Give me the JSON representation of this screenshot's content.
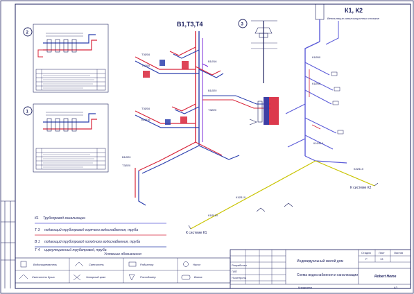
{
  "drawing": {
    "title_b": "В1,Т3,Т4",
    "title_k": "К1, К2",
    "option_markers": [
      "1",
      "2",
      "3"
    ]
  },
  "legend": {
    "items": [
      {
        "code": "К1",
        "text": "Трубопровод канализации"
      },
      {
        "code": "Т 3",
        "text": "подающий трубопровод горячего водоснабжения, труба"
      },
      {
        "code": "В 1",
        "text": "подающий трубопровод холодного водоснабжения, труба"
      },
      {
        "code": "Т 4",
        "text": "циркуляционный трубопровод, труба"
      }
    ],
    "symbols_title": "Условные обозначения",
    "symbols": [
      "Водонагреватель",
      "Смеситель",
      "Радиатор",
      "Насос",
      "Смеситель душа",
      "Запорный кран",
      "Расходомер",
      "Ванна"
    ]
  },
  "labels": {
    "pipe_tags": [
      "Т3Ø16",
      "Т4Ø16",
      "В1Ø16",
      "В1Ø20",
      "Т3Ø20",
      "К1Ø50",
      "К1Ø110",
      "К2Ø110"
    ],
    "outlet_k1": "К системе К1",
    "outlet_k2": "К системе К2",
    "side_note": "Вентиляция канализационных стояков"
  },
  "stamp": {
    "role_labels": [
      "Разработал",
      "ГИП",
      "Н.контроль"
    ],
    "project": "Индивидуальный жилой дом",
    "sheet_title": "Схема водоснабжения и канализации",
    "stage_header": "Стадия",
    "sheet_header": "Лист",
    "sheets_header": "Листов",
    "stage": "Р",
    "sheet": "13",
    "company": "Robert Home",
    "copied": "Копировал",
    "format": "А3"
  },
  "colors": {
    "hot": "#d8243a",
    "cold": "#2b3fae",
    "sewer": "#5a5ad8",
    "yellow": "#c9c400",
    "frame": "#1b1f5e"
  }
}
